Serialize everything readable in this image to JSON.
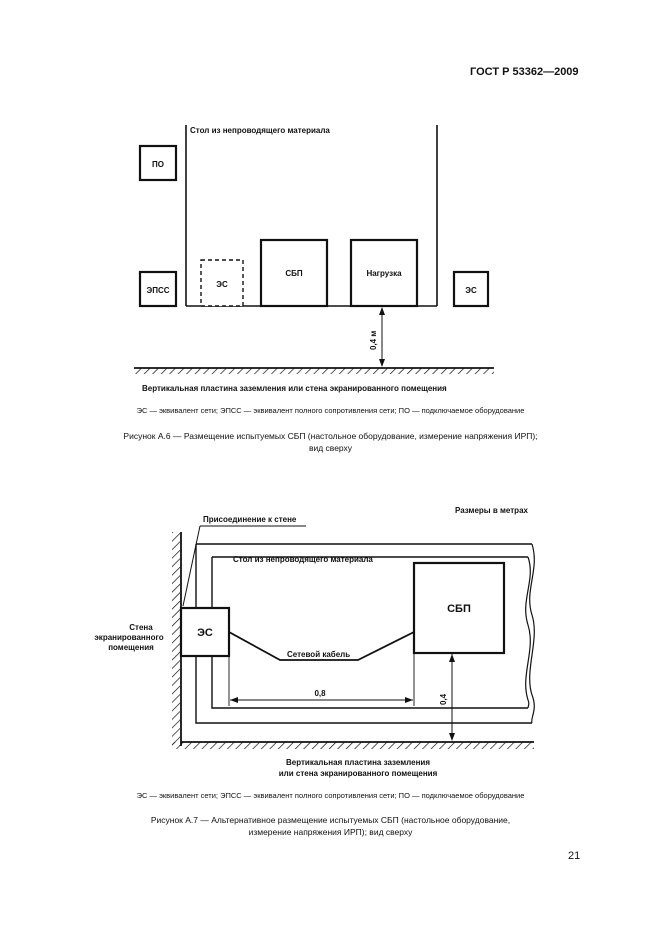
{
  "header": {
    "standard": "ГОСТ Р 53362—2009"
  },
  "figure1": {
    "table_label": "Стол из непроводящего материала",
    "boxes": {
      "po": "ПО",
      "epss": "ЭПСС",
      "es": "ЭС",
      "sbp": "СБП",
      "load": "Нагрузка",
      "es_right": "ЭС"
    },
    "dim_label": "0,4 м",
    "plate_label": "Вертикальная пластина заземления или стена экранированного помещения",
    "legend": "ЭС — эквивалент сети; ЭПСС — эквивалент полного сопротивления сети; ПО — подключаемое оборудование",
    "caption_line1": "Рисунок А.6 — Размещение испытуемых СБП (настольное оборудование, измерение напряжения ИРП);",
    "caption_line2": "вид сверху"
  },
  "figure2": {
    "units_note": "Размеры в метрах",
    "wall_connection": "Присоединение к стене",
    "table_label": "Стол из непроводящего материала",
    "wall_label_1": "Стена",
    "wall_label_2": "экранированного",
    "wall_label_3": "помещения",
    "es": "ЭС",
    "sbp": "СБП",
    "cable_label": "Сетевой кабель",
    "dim_horizontal": "0,8",
    "dim_vertical": "0,4",
    "plate_label_1": "Вертикальная пластина заземления",
    "plate_label_2": "или стена экранированного помещения",
    "legend": "ЭС — эквивалент сети; ЭПСС — эквивалент полного сопротивления сети; ПО — подключаемое оборудование",
    "caption_line1": "Рисунок А.7 — Альтернативное размещение испытуемых СБП (настольное оборудование,",
    "caption_line2": "измерение напряжения ИРП); вид сверху"
  },
  "page_number": "21"
}
